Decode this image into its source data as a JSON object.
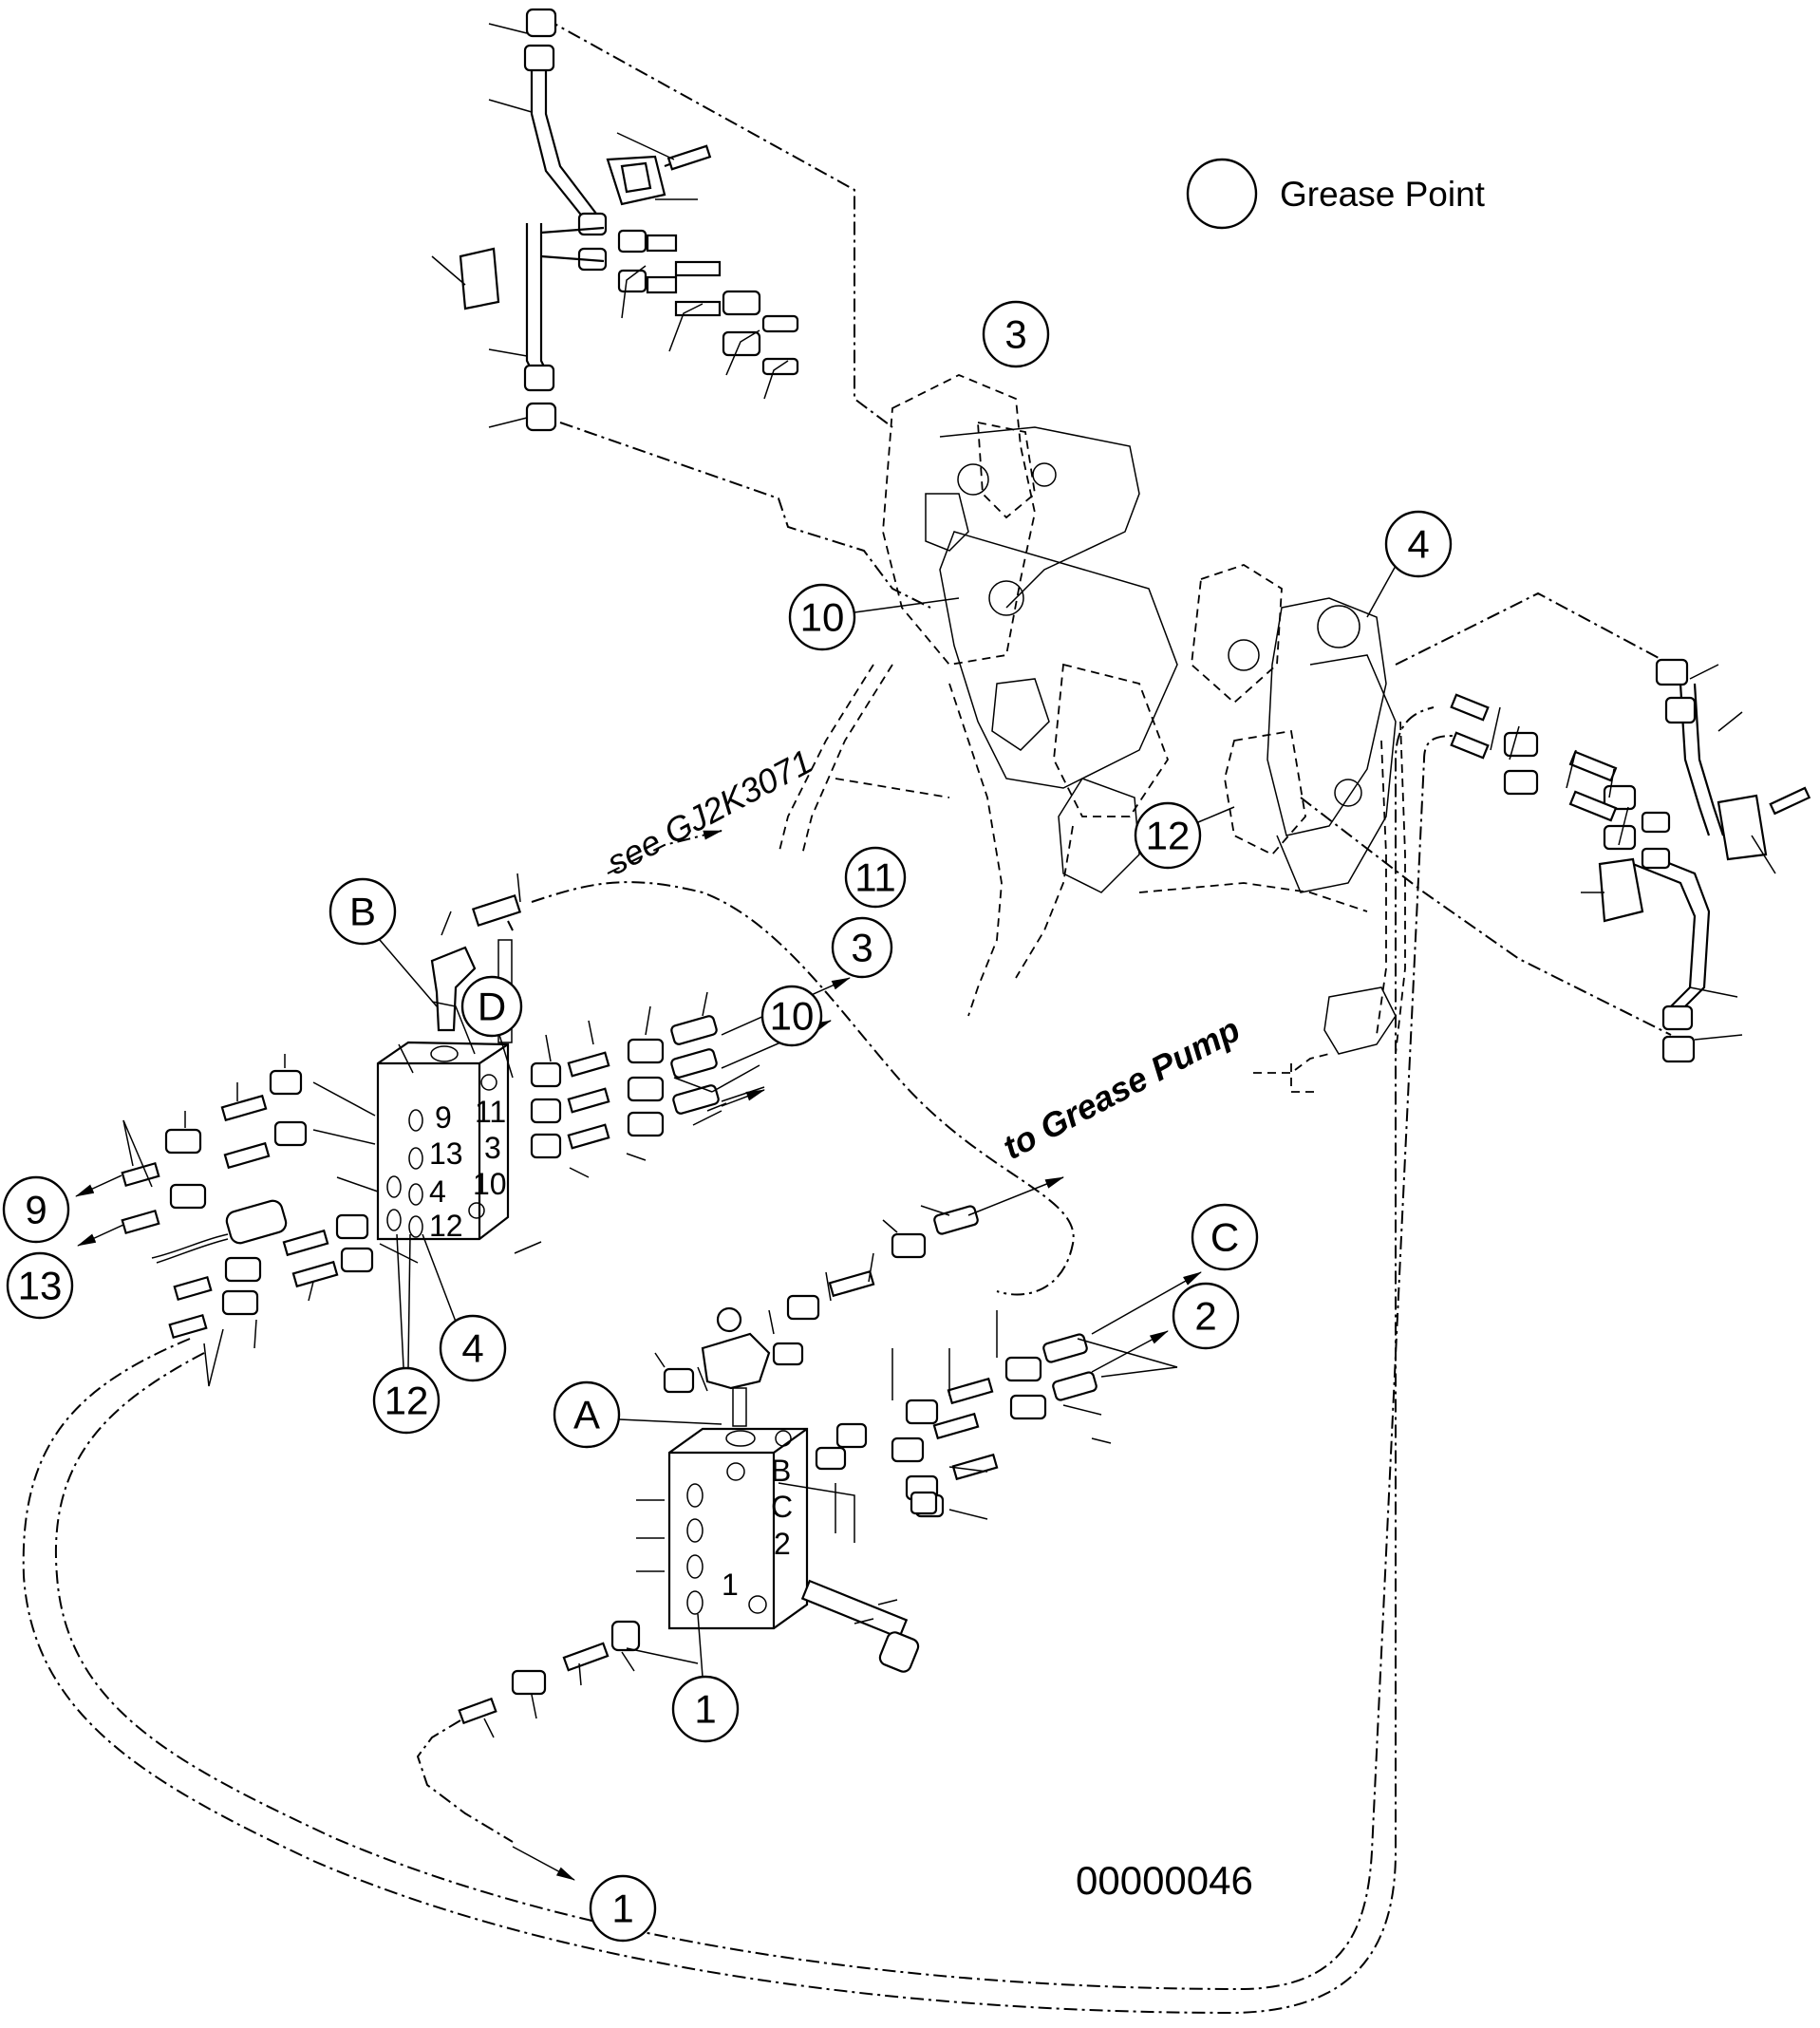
{
  "legend": {
    "label": "Grease Point"
  },
  "drawing_number": "00000046",
  "notes": {
    "see_reference": "see GJ2K3071",
    "to_pump": "to Grease Pump"
  },
  "callouts": {
    "c3_top": "3",
    "c4_top": "4",
    "c10_top": "10",
    "c12_top": "12",
    "c11_arrow": "11",
    "c3_arrow": "3",
    "c10_arrow": "10",
    "cB": "B",
    "cD": "D",
    "c9": "9",
    "c13": "13",
    "c4_low": "4",
    "c12_low": "12",
    "cC": "C",
    "c2": "2",
    "cA": "A",
    "c1_block": "1",
    "c1_bottom": "1"
  },
  "block_upper": {
    "ports": [
      "9",
      "13",
      "4",
      "12",
      "11",
      "3",
      "10"
    ]
  },
  "block_lower": {
    "ports": [
      "B",
      "C",
      "2",
      "1"
    ]
  }
}
